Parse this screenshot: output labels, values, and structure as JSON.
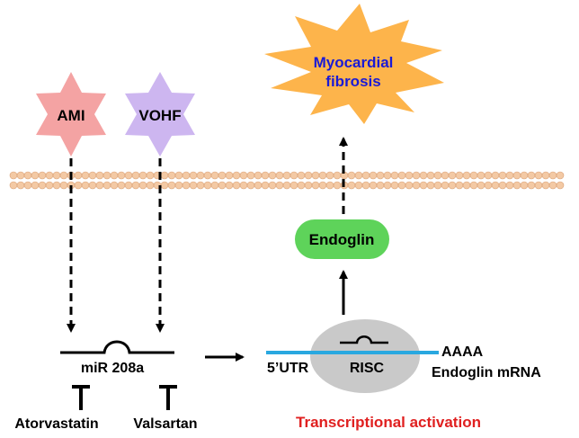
{
  "colors": {
    "ami_star": "#f4a3a3",
    "vohf_star": "#cdb6f0",
    "fibrosis_burst": "#fdb44b",
    "fibrosis_text": "#1a1ad6",
    "membrane": "#f3c9a4",
    "membrane_stroke": "#d99f74",
    "endoglin_fill": "#5ed35a",
    "risc_fill": "#c9c9c9",
    "mrna_line": "#29a8e0",
    "activation_text": "#e02020",
    "text": "#000000"
  },
  "labels": {
    "ami": "AMI",
    "vohf": "VOHF",
    "fibrosis_line1": "Myocardial",
    "fibrosis_line2": "fibrosis",
    "endoglin": "Endoglin",
    "mir": "miR 208a",
    "utr": "5’UTR",
    "risc": "RISC",
    "polya": "AAAA",
    "mrna": "Endoglin mRNA",
    "atorvastatin": "Atorvastatin",
    "valsartan": "Valsartan",
    "activation": "Transcriptional activation"
  },
  "icons": {
    "ami": "six-point-star-icon",
    "vohf": "six-point-star-icon",
    "fibrosis": "burst-icon",
    "membrane": "lipid-bilayer-icon",
    "inhibit": "inhibition-t-bar-icon",
    "arrow": "arrow-icon"
  }
}
